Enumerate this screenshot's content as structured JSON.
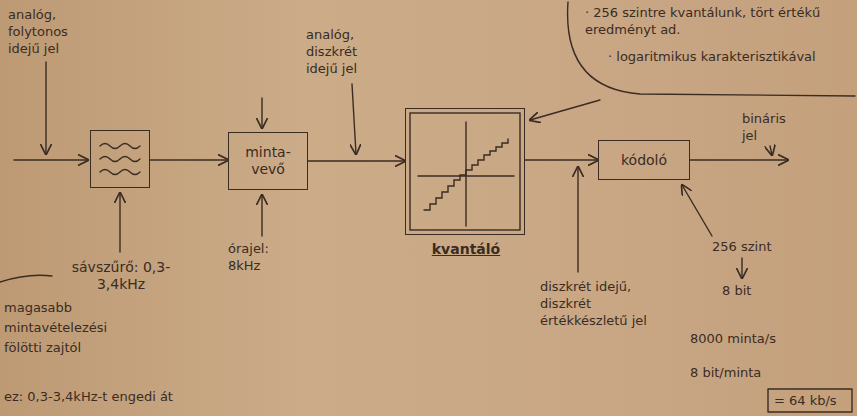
{
  "diagram": {
    "nodes": [
      {
        "text": [
          "sávszűrő: 0,3-3,4kHz"
        ]
      },
      {
        "text": [
          "minta- vevő"
        ]
      },
      {
        "text": [
          "kvantáló"
        ]
      },
      {
        "text": [
          "kódoló"
        ]
      }
    ],
    "edges": [
      {
        "from": 0,
        "to": 1,
        "arrow": "to"
      },
      {
        "from": 1,
        "to": 2,
        "arrow": "to"
      },
      {
        "from": 2,
        "to": 3,
        "arrow": "to"
      }
    ],
    "labels": [
      "analóg, folytonos idejű jel",
      "analóg, diszkrét idejű jel",
      "· 256 szintre kvantálunk, tört értékű eredményt ad.",
      "· logaritmikus karakterisztikával",
      "órajel: 8kHz",
      "diszkrét idejű, diszkrét értékkészletű jel",
      "bináris jel",
      "256 szint",
      "8 bit",
      "8000 minta/s",
      "8 bit/minta",
      "= 64 kb/s",
      "magasabb mintavételezési fölötti zajtól",
      "ez: 0,3-3,4kHz-t engedi át"
    ]
  }
}
